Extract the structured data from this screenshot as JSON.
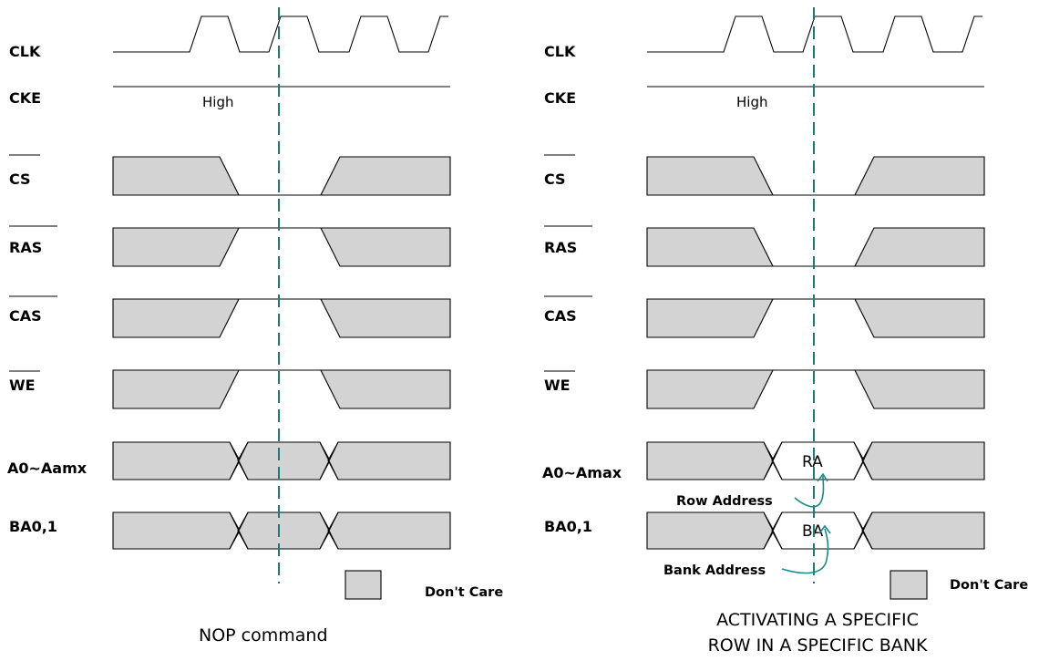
{
  "left_panel": {
    "caption": "NOP command",
    "signals": {
      "clk": "CLK",
      "cke": "CKE",
      "cke_level": "High",
      "cs": "CS",
      "ras": "RAS",
      "cas": "CAS",
      "we": "WE",
      "addr": "A0~Aamx",
      "bank": "BA0,1"
    },
    "legend_label": "Don't Care"
  },
  "right_panel": {
    "caption_line1": "ACTIVATING A SPECIFIC",
    "caption_line2": "ROW IN A SPECIFIC BANK",
    "signals": {
      "clk": "CLK",
      "cke": "CKE",
      "cke_level": "High",
      "cs": "CS",
      "ras": "RAS",
      "cas": "CAS",
      "we": "WE",
      "addr": "A0~Amax",
      "bank": "BA0,1"
    },
    "addr_value": "RA",
    "bank_value": "BA",
    "row_address_label": "Row Address",
    "bank_address_label": "Bank Address",
    "legend_label": "Don't Care"
  },
  "colors": {
    "dont_care_fill": "#d3d3d3",
    "marker_line": "#1a7a7a",
    "annotation_arrow": "#1a8a8a"
  }
}
